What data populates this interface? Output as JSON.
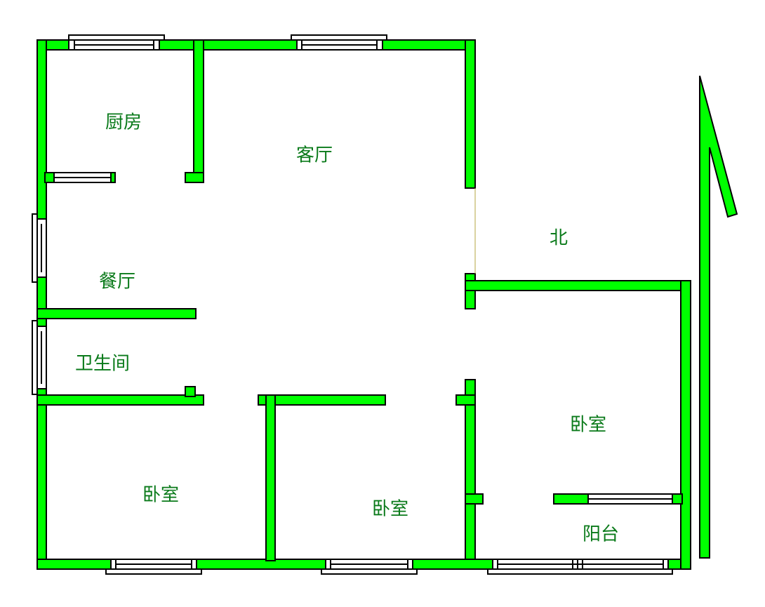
{
  "colors": {
    "wall": "#00ff00",
    "outline": "#000000",
    "label": "#0a7a1a"
  },
  "rooms": {
    "kitchen": "厨房",
    "living_room": "客厅",
    "dining_room": "餐厅",
    "bathroom": "卫生间",
    "bedroom_right": "卧室",
    "bedroom_left": "卧室",
    "bedroom_middle": "卧室",
    "balcony": "阳台"
  },
  "compass": {
    "north_label": "北",
    "icon": "north-arrow-icon"
  }
}
